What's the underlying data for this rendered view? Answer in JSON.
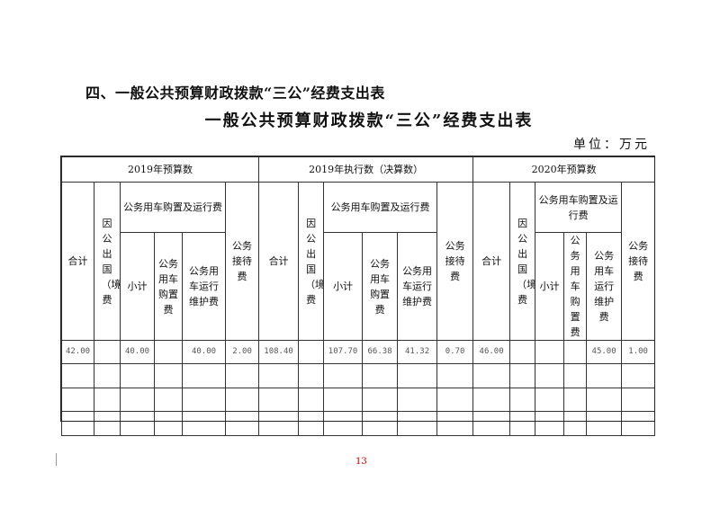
{
  "section_heading": "四、一般公共预算财政拨款“三公”经费支出表",
  "table_title": "一般公共预算财政拨款“三公”经费支出表",
  "unit": "单位：万元",
  "groups": [
    "2019年预算数",
    "2019年执行数（决算数）",
    "2020年预算数"
  ],
  "headers": {
    "total": "合计",
    "abroad": "因公出国（境）费",
    "car_group": "公务用车购置及运行费",
    "subtotal": "小计",
    "car_purchase": "公务用车购置费",
    "car_operation": "公务用车运行维护费",
    "reception": "公务接待费"
  },
  "rows": [
    [
      "42.00",
      "",
      "40.00",
      "",
      "40.00",
      "2.00",
      "108.40",
      "",
      "107.70",
      "66.38",
      "41.32",
      "0.70",
      "46.00",
      "",
      "",
      "",
      "45.00",
      "1.00"
    ],
    [
      "",
      "",
      "",
      "",
      "",
      "",
      "",
      "",
      "",
      "",
      "",
      "",
      "",
      "",
      "",
      "",
      "",
      ""
    ],
    [
      "",
      "",
      "",
      "",
      "",
      "",
      "",
      "",
      "",
      "",
      "",
      "",
      "",
      "",
      "",
      "",
      "",
      ""
    ],
    [
      "",
      "",
      "",
      "",
      "",
      "",
      "",
      "",
      "",
      "",
      "",
      "",
      "",
      "",
      "",
      "",
      "",
      ""
    ]
  ],
  "page_number": "13"
}
